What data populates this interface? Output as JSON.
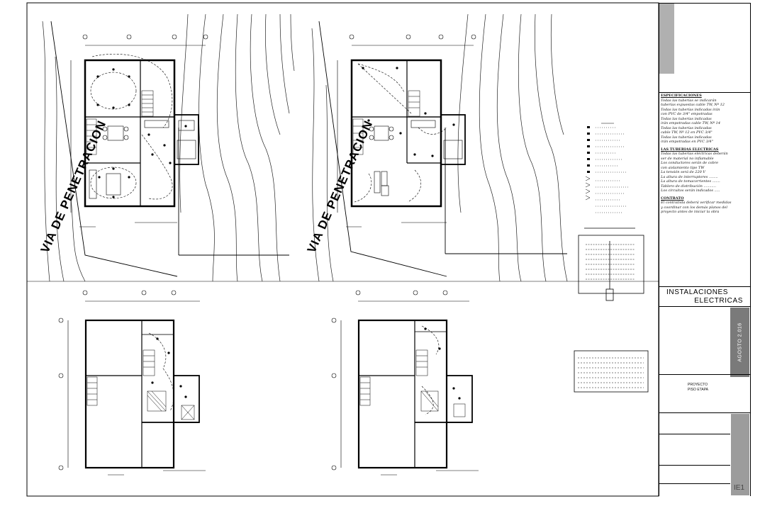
{
  "plans": {
    "road_label_1": "VIA DE PENETRACION",
    "road_label_2": "VIA DE PENETRACION"
  },
  "titleblock": {
    "notes_header_1": "ESPECIFICACIONES",
    "notes_lines_1": [
      "Todas las tuberías se indicarán",
      "tuberías expuestas cable TW, Nº 12",
      "Todas las tuberías indicadas irán",
      "con PVC de 3/4\" empotradas",
      "Todas las tuberías indicadas",
      "irán empotradas cable TW, Nº 14",
      "Todas las tuberías indicadas",
      "cable TW, Nº 12 en PVC 3/4\"",
      "Todas las tuberías indicadas",
      "irán empotradas en PVC 3/4\""
    ],
    "notes_header_2": "LAS TUBERIAS ELECTRICAS",
    "notes_lines_2": [
      "Todas las tuberías eléctricas deberán",
      "ser de material no inflamable",
      "Los conductores serán de cobre",
      "con aislamiento tipo TW",
      "La tensión será de 220 V",
      "La altura de interruptores ........",
      "La altura de tomacorrientes .......",
      "Tablero de distribución ...........",
      "Los circuitos serán indicados ....."
    ],
    "notes_header_3": "CONTRATO",
    "notes_lines_3": [
      "El contratista deberá verificar medidas",
      "y coordinar con los demás planos del",
      "proyecto antes de iniciar la obra"
    ],
    "title_line_1": "INSTALACIONES",
    "title_line_2": "ELECTRICAS",
    "vertical_label": "AGOSTO 2.016",
    "proyecto_label": "PROYECTO",
    "proyecto_value": "PISO ETAPA",
    "sheet_code": "IE1"
  }
}
